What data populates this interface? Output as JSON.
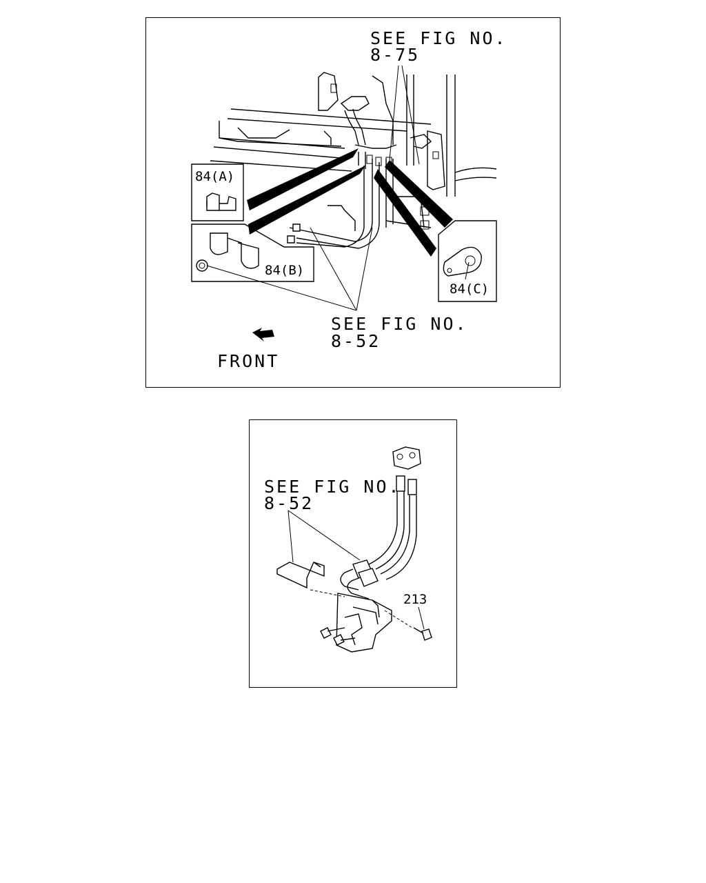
{
  "top_figure": {
    "ref_upper": {
      "line1": "SEE FIG NO.",
      "line2": "8-75"
    },
    "ref_lower": {
      "line1": "SEE FIG NO.",
      "line2": "8-52"
    },
    "callout_a": "84(A)",
    "callout_b": "84(B)",
    "callout_c": "84(C)",
    "direction_label": "FRONT"
  },
  "bottom_figure": {
    "ref": {
      "line1": "SEE FIG NO.",
      "line2": "8-52"
    },
    "callout_bolt": "213"
  }
}
